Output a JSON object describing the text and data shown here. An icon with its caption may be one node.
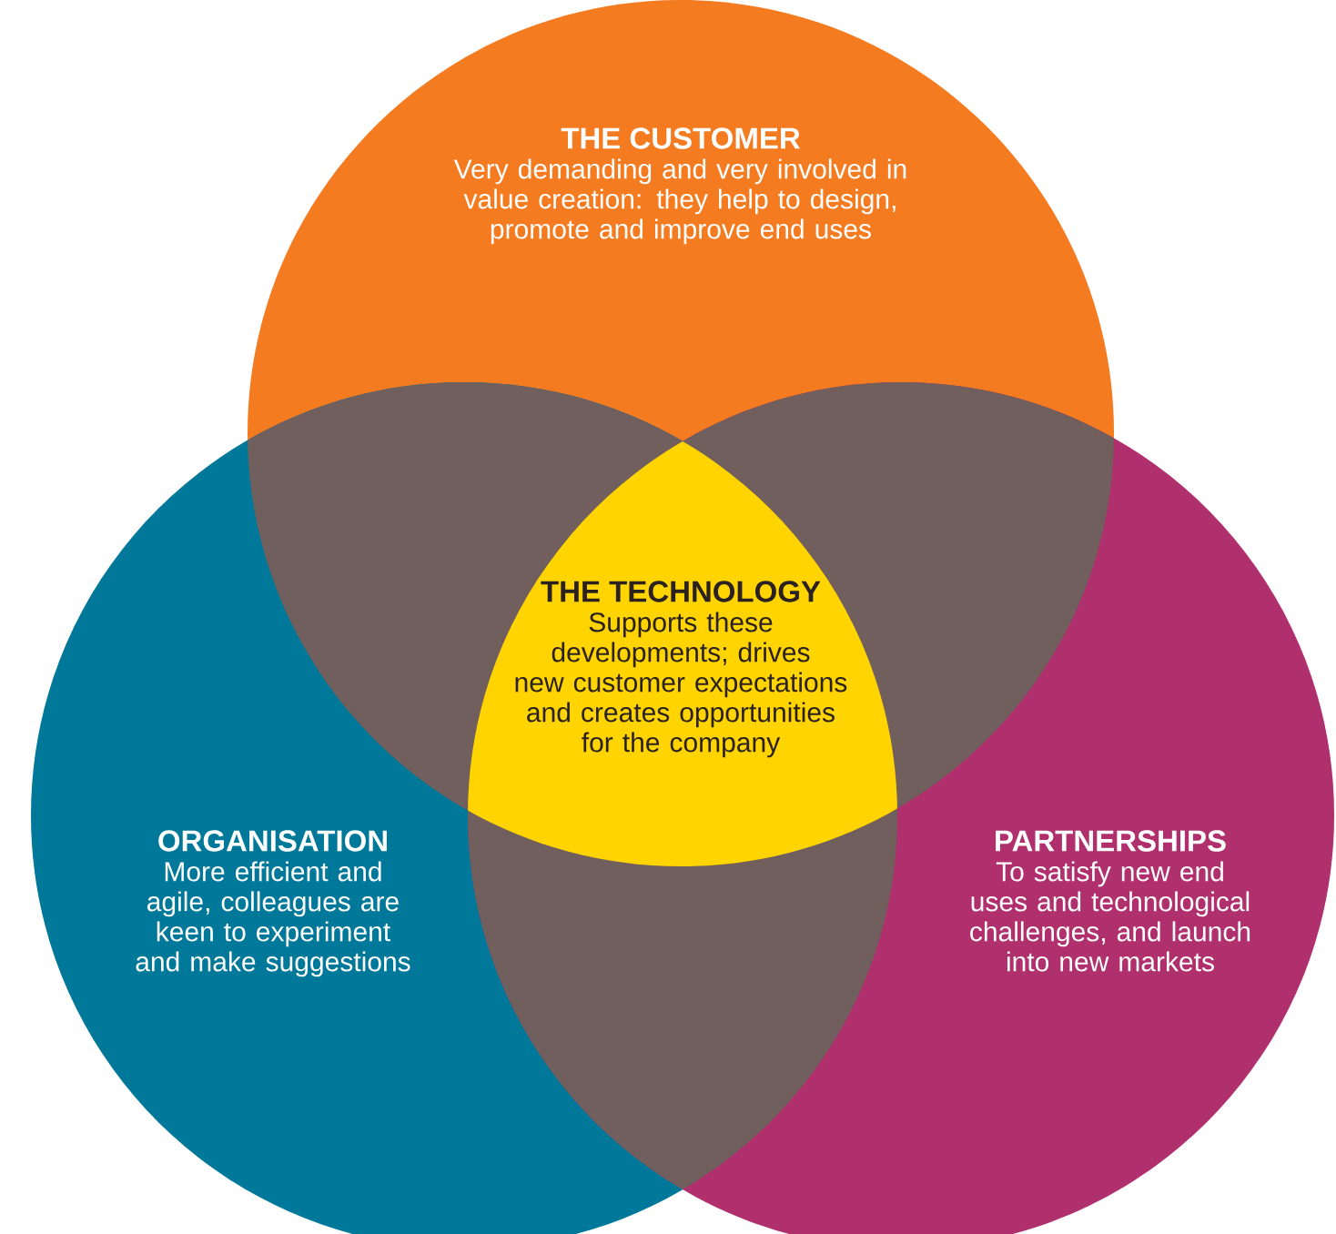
{
  "diagram": {
    "nodes": [
      {
        "text": [
          "THE CUSTOMER",
          "Very demanding and very involved in value creation: they help to design, promote and improve end uses"
        ]
      },
      {
        "text": [
          "ORGANISATION",
          "More efficient and agile, colleagues are keen to experiment and make suggestions"
        ]
      },
      {
        "text": [
          "PARTNERSHIPS",
          "To satisfy new end uses and technological challenges, and launch into new markets"
        ]
      },
      {
        "text": [
          "THE TECHNOLOGY",
          "Supports these developments; drives new customer expectations and creates opportunities for the company"
        ]
      }
    ]
  }
}
